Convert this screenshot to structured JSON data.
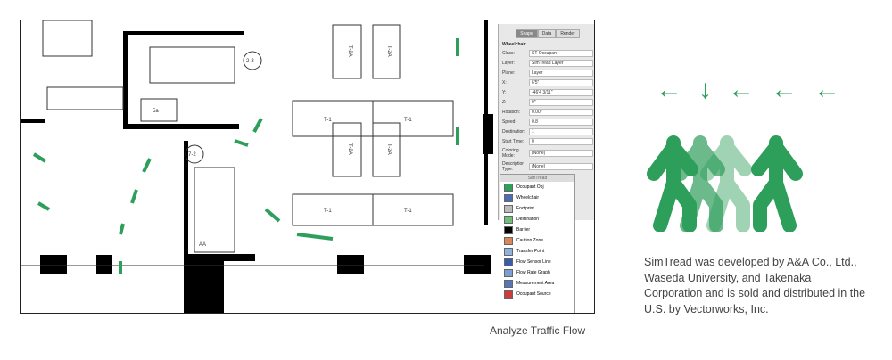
{
  "plan": {
    "labels": {
      "room": "5a",
      "door1": "2-3",
      "door2": "7-2",
      "desk": "T-1",
      "desk2": "T-2A",
      "cab": "AA"
    }
  },
  "obj_info": {
    "tabs": [
      "Shape",
      "Data",
      "Render"
    ],
    "title": "Wheelchair",
    "fields": [
      {
        "label": "Class:",
        "value": "ST-Occupant"
      },
      {
        "label": "Layer:",
        "value": "SimTread Layer"
      },
      {
        "label": "Plane:",
        "value": "Layer"
      }
    ],
    "coords": [
      {
        "label": "X:",
        "value": "6'5\""
      },
      {
        "label": "Y:",
        "value": "-46'4 3/11\""
      },
      {
        "label": "Z:",
        "value": "0\""
      }
    ],
    "props": [
      {
        "label": "Rotation:",
        "value": "0.00°"
      },
      {
        "label": "Speed:",
        "value": "0.8"
      },
      {
        "label": "Destination:",
        "value": "1"
      },
      {
        "label": "Start Time:",
        "value": "0"
      },
      {
        "label": "Coloring Mode:",
        "value": "(None)"
      },
      {
        "label": "Description Type:",
        "value": "(None)"
      }
    ]
  },
  "palette": {
    "title": "SimTread",
    "items": [
      {
        "label": "Occupant Obj",
        "color": "#2e9e5b"
      },
      {
        "label": "Wheelchair",
        "color": "#4a6fb5"
      },
      {
        "label": "Footprint",
        "color": "#bbbbbb"
      },
      {
        "label": "Destination",
        "color": "#6cc07a"
      },
      {
        "label": "Barrier",
        "color": "#000000"
      },
      {
        "label": "Caution Zone",
        "color": "#d9865a"
      },
      {
        "label": "Transfer Point",
        "color": "#8fb3de"
      },
      {
        "label": "Flow Sensor Line",
        "color": "#3b5ca8"
      },
      {
        "label": "Flow Rate Graph",
        "color": "#7a9fd0"
      },
      {
        "label": "Measurement Area",
        "color": "#5576b8"
      },
      {
        "label": "Occupant Source",
        "color": "#d23b3b"
      }
    ]
  },
  "caption": "Analyze Traffic Flow",
  "accent": "#2e9e5b",
  "arrows": [
    "←",
    "↓",
    "←",
    "←",
    "←"
  ],
  "description": "SimTread was developed by A&A Co., Ltd., Waseda University, and Takenaka Corporation and is sold and distributed in the U.S. by Vectorworks, Inc."
}
